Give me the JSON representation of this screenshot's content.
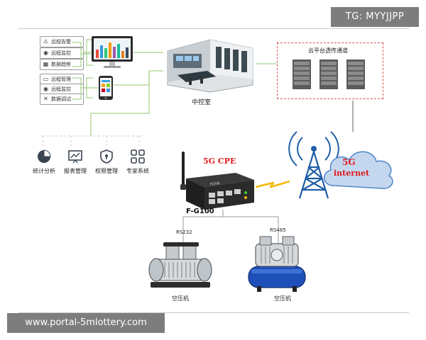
{
  "watermarks": {
    "tg": "TG: MYYJJPP",
    "portal": "www.portal-5mlottery.com"
  },
  "monitor_group": {
    "items": [
      {
        "label": "远程告警",
        "icon": "warning-icon"
      },
      {
        "label": "远程监控",
        "icon": "location-icon"
      },
      {
        "label": "数据趋势",
        "icon": "chart-icon"
      }
    ]
  },
  "phone_group": {
    "items": [
      {
        "label": "远程管理",
        "icon": "monitor-icon"
      },
      {
        "label": "远程监控",
        "icon": "location-icon"
      },
      {
        "label": "数据调试",
        "icon": "tools-icon"
      }
    ]
  },
  "control_room": {
    "label": "中控室"
  },
  "cloud_platform": {
    "label": "云平台透传通道"
  },
  "features": [
    {
      "label": "统计分析",
      "icon": "pie-chart-icon"
    },
    {
      "label": "报表管理",
      "icon": "report-icon"
    },
    {
      "label": "权限管理",
      "icon": "shield-icon"
    },
    {
      "label": "专家系统",
      "icon": "grid-icon"
    }
  ],
  "router": {
    "title": "5G CPE",
    "model": "F-G100",
    "brand": "FLYIN"
  },
  "network": {
    "line1": "5G",
    "line2": "internet"
  },
  "ports": {
    "left": "RS232",
    "right": "RS485"
  },
  "compressors": {
    "left_label": "空压机",
    "right_label": "空压机"
  },
  "colors": {
    "connector": "#a8d08d",
    "cloud": "#c4d7ef",
    "cloud_border": "#4f86c6",
    "tower": "#1f5fa8",
    "accent_red": "#e01a1a",
    "dashed_box": "#d9534f"
  }
}
